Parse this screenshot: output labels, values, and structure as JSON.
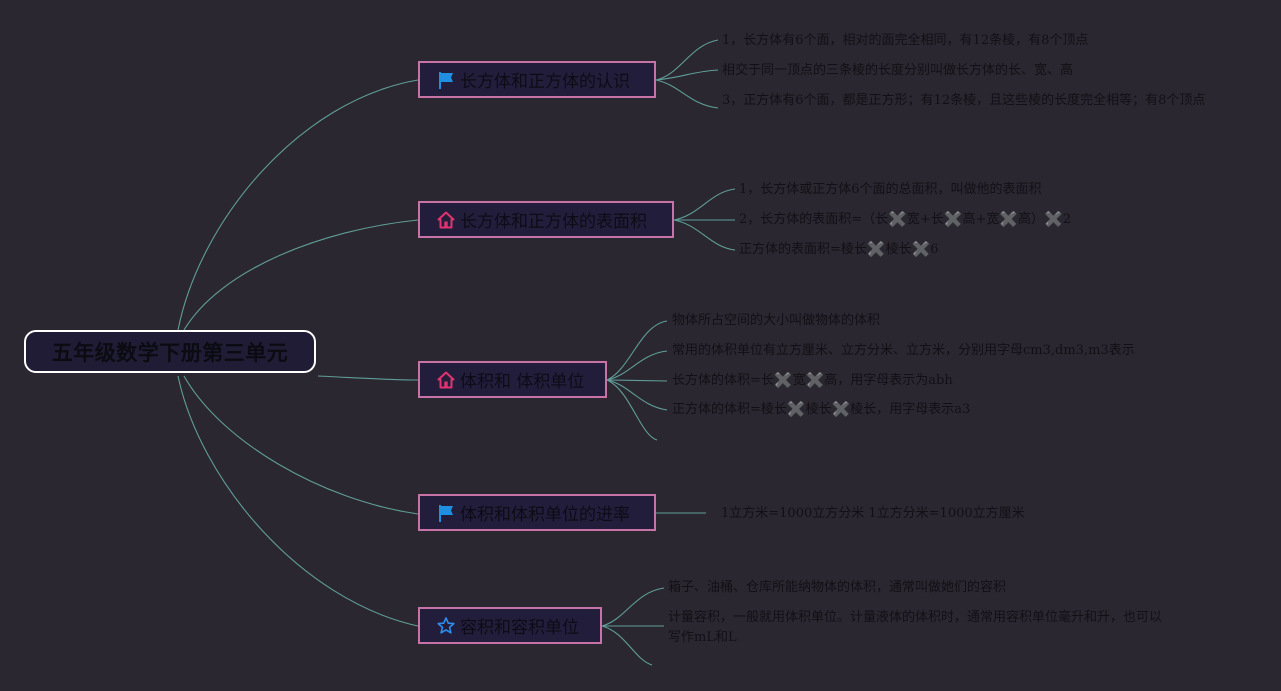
{
  "root": {
    "title": "五年级数学下册第三单元"
  },
  "topics": [
    {
      "title": "长方体和正方体的认识",
      "icon": "flag-icon",
      "leaves": [
        "1，长方体有6个面，相对的面完全相同，有12条棱，有8个顶点",
        "相交于同一顶点的三条棱的长度分别叫做长方体的长、宽、高",
        "3，正方体有6个面，都是正方形；有12条棱，且这些棱的长度完全相等；有8个顶点"
      ]
    },
    {
      "title": "长方体和正方体的表面积",
      "icon": "house-icon",
      "leaves": [
        "1，长方体或正方体6个面的总面积，叫做他的表面积",
        "2，长方体的表面积=（长✖️宽+长✖️高+宽✖️高）✖️2",
        "正方体的表面积=棱长✖️棱长✖️6"
      ]
    },
    {
      "title": "体积和 体积单位",
      "icon": "house-icon",
      "leaves": [
        "物体所占空间的大小叫做物体的体积",
        "常用的体积单位有立方厘米、立方分米、立方米，分别用字母cm3,dm3,m3表示",
        "长方体的体积=长✖️宽✖️高，用字母表示为abh",
        "正方体的体积=棱长✖️棱长✖️棱长，用字母表示a3"
      ]
    },
    {
      "title": "体积和体积单位的进率",
      "icon": "flag-icon",
      "leaves": [
        "1立方米=1000立方分米 1立方分米=1000立方厘米"
      ]
    },
    {
      "title": "容积和容积单位",
      "icon": "star-icon",
      "leaves": [
        "箱子、油桶、仓库所能纳物体的体积，通常叫做她们的容积",
        "计量容积，一般就用体积单位。计量液体的体积时，通常用容积单位毫升和升，也可以写作mL和L"
      ]
    }
  ],
  "colors": {
    "background": "#2b2730",
    "connector": "#5f9e98",
    "topic_border": "#c873a8",
    "topic_fill": "#221d3b",
    "root_border": "#ffffff",
    "flag_icon": "#1f8fe0",
    "house_icon": "#e0336f",
    "star_icon": "#2b8ef0",
    "multiply_symbol": "#6d6d74"
  }
}
